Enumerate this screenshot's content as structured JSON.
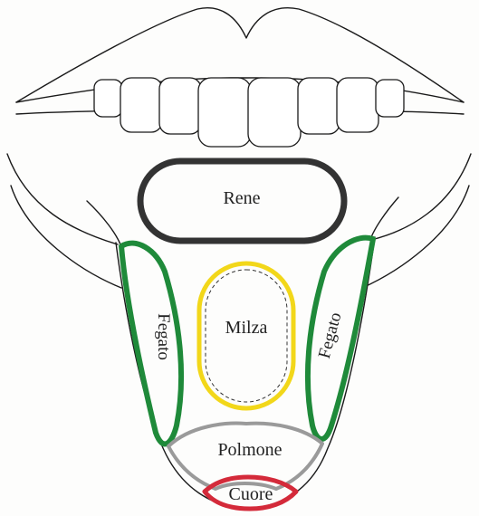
{
  "diagram": {
    "zones": {
      "kidney": {
        "label": "Rene",
        "color": "#333333"
      },
      "spleen": {
        "label": "Milza",
        "color": "#f2d71a"
      },
      "liver_left": {
        "label": "Fegato",
        "color": "#1f8a3a"
      },
      "liver_right": {
        "label": "Fegato",
        "color": "#1f8a3a"
      },
      "lung": {
        "label": "Polmone",
        "color": "#9a9a9a"
      },
      "heart": {
        "label": "Cuore",
        "color": "#d42a3a"
      }
    }
  }
}
